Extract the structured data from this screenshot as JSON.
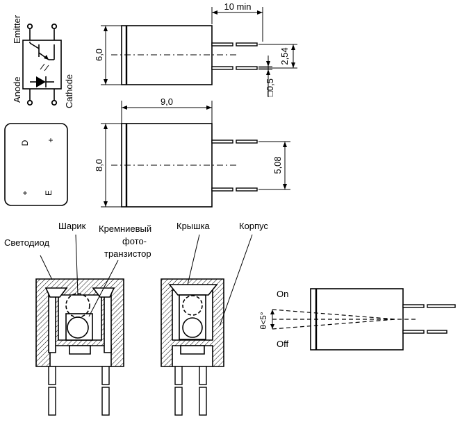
{
  "symbol": {
    "emitter": "Emitter",
    "anode": "Anode",
    "cathode": "Cathode"
  },
  "package_top": {
    "d_mark": "D",
    "e_mark": "E",
    "plus": "+"
  },
  "dimensions": {
    "ten_min": "10 min",
    "six": "6,0",
    "pitch_254": "2,54",
    "pin_size": "□0,5",
    "nine": "9,0",
    "eight": "8,0",
    "pitch_508": "5,08"
  },
  "section_labels": {
    "led": "Светодиод",
    "ball": "Шарик",
    "phototransistor_1": "Кремниевый",
    "phototransistor_2": "фото-",
    "phototransistor_3": "транзистор",
    "cap": "Крышка",
    "body": "Корпус"
  },
  "tilt": {
    "on": "On",
    "off": "Off",
    "angle": "θ<5°"
  }
}
